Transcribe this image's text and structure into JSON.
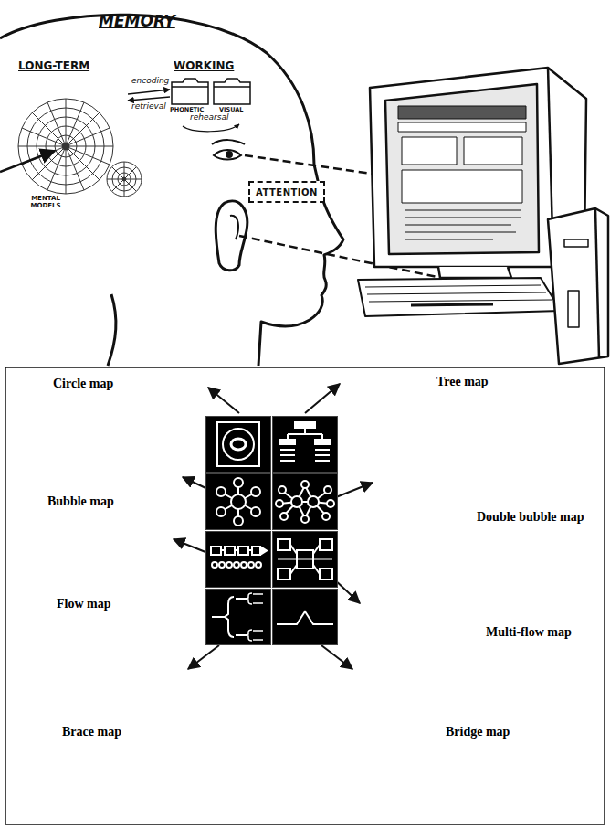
{
  "diagram": {
    "nodes": [
      {
        "text": [
          "ATTENTION"
        ]
      },
      {
        "text": [
          "Circle map"
        ]
      },
      {
        "text": [
          "Tree map"
        ]
      },
      {
        "text": [
          "Bubble map"
        ]
      },
      {
        "text": [
          "Double bubble map"
        ]
      },
      {
        "text": [
          "Flow map"
        ]
      },
      {
        "text": [
          "Multi-flow map"
        ]
      },
      {
        "text": [
          "Brace map"
        ]
      },
      {
        "text": [
          "Bridge map"
        ]
      }
    ],
    "labels": [
      "MEMORY",
      "LONG-TERM",
      "WORKING",
      "encoding",
      "retrieval",
      "PHONETIC",
      "VISUAL",
      "rehearsal",
      "MENTAL MODELS"
    ]
  }
}
